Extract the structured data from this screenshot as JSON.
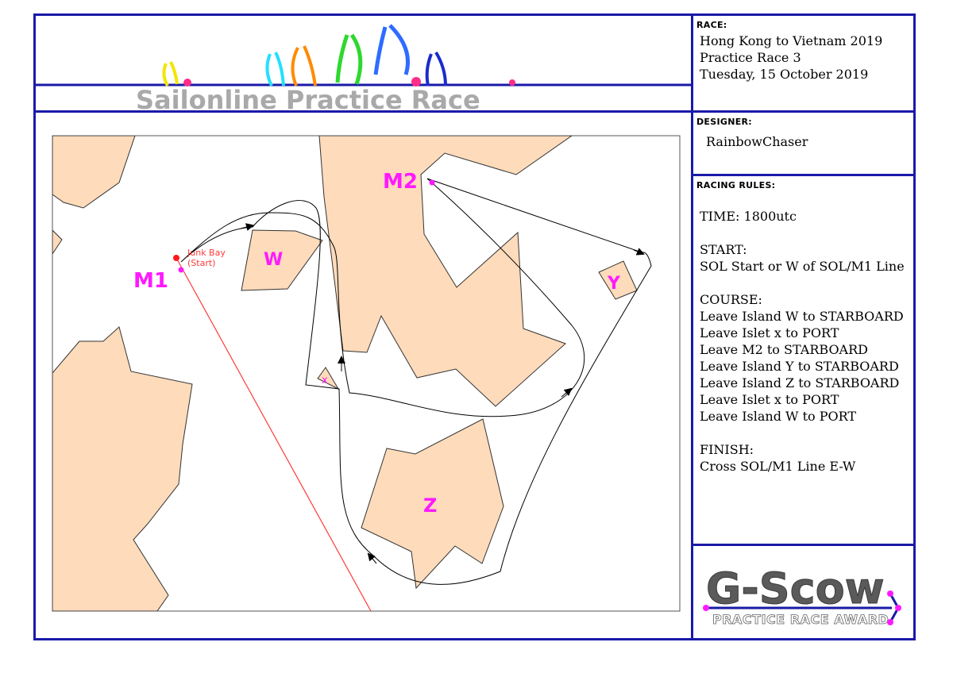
{
  "header": {
    "banner_title": "Sailonline Practice Race"
  },
  "race": {
    "heading": "RACE:",
    "lines": [
      "Hong Kong to Vietnam 2019",
      "Practice Race 3",
      "Tuesday, 15 October 2019"
    ]
  },
  "designer": {
    "heading": "DESIGNER:",
    "name": "RainbowChaser"
  },
  "rules": {
    "heading": "RACING RULES:",
    "time": "TIME: 1800utc",
    "start_heading": "START:",
    "start_text": "SOL Start or W of SOL/M1 Line",
    "course_heading": "COURSE:",
    "course_lines": [
      "Leave Island W to STARBOARD",
      "Leave Islet x to PORT",
      "Leave M2 to STARBOARD",
      "Leave Island Y to STARBOARD",
      "Leave Island Z to STARBOARD",
      "Leave Islet x to PORT",
      "Leave Island W to PORT"
    ],
    "finish_heading": "FINISH:",
    "finish_text": "Cross SOL/M1 Line E-W"
  },
  "award": {
    "logo_text": "G-Scow",
    "subtitle": "PRACTICE RACE AWARD"
  },
  "map": {
    "labels": {
      "m1": "M1",
      "m2": "M2",
      "w": "W",
      "x": "x",
      "y": "Y",
      "z": "Z",
      "start_line1": "Junk Bay",
      "start_line2": "(Start)"
    },
    "colors": {
      "land": "#fddbbb",
      "label": "#ff19ff",
      "start_line": "#ff3b3b",
      "frame": "#1a1aa8"
    }
  }
}
